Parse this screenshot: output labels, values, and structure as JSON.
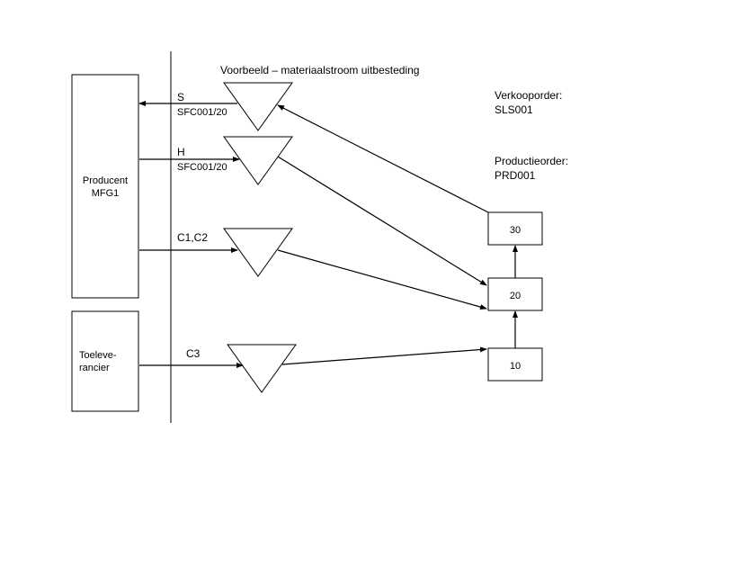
{
  "title": "Voorbeeld – materiaalstroom uitbesteding",
  "sales_order": {
    "label": "Verkooporder:",
    "value": "SLS001"
  },
  "production_order": {
    "label": "Productieorder:",
    "value": "PRD001"
  },
  "producer": {
    "line1": "Producent",
    "line2": "MFG1"
  },
  "supplier": {
    "line1": "Toeleve-",
    "line2": "rancier"
  },
  "flows": {
    "s_label": "S",
    "s_ref": "SFC001/20",
    "h_label": "H",
    "h_ref": "SFC001/20",
    "c12_label": "C1,C2",
    "c3_label": "C3"
  },
  "operations": {
    "op30": "30",
    "op20": "20",
    "op10": "10"
  }
}
